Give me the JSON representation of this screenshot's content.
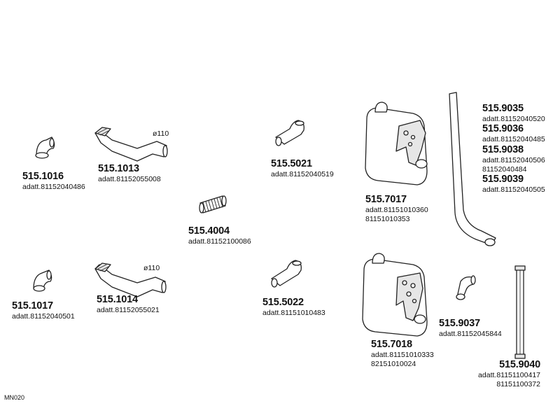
{
  "diagram_code": "MN020",
  "parts": {
    "p1016": {
      "number": "515.1016",
      "refs": [
        "adatt.81152040486"
      ]
    },
    "p1013": {
      "number": "515.1013",
      "refs": [
        "adatt.81152055008"
      ],
      "diameter": "ø110"
    },
    "p5021": {
      "number": "515.5021",
      "refs": [
        "adatt.81152040519"
      ]
    },
    "p4004": {
      "number": "515.4004",
      "refs": [
        "adatt.81152100086"
      ]
    },
    "p7017": {
      "number": "515.7017",
      "refs": [
        "adatt.81151010360",
        "81151010353"
      ]
    },
    "p9035": {
      "number": "515.9035",
      "refs": [
        "adatt.81152040520"
      ]
    },
    "p9036": {
      "number": "515.9036",
      "refs": [
        "adatt.81152040485"
      ]
    },
    "p9038": {
      "number": "515.9038",
      "refs": [
        "adatt.81152040506",
        "81152040484"
      ]
    },
    "p9039": {
      "number": "515.9039",
      "refs": [
        "adatt.81152040505"
      ]
    },
    "p1017": {
      "number": "515.1017",
      "refs": [
        "adatt.81152040501"
      ]
    },
    "p1014": {
      "number": "515.1014",
      "refs": [
        "adatt.81152055021"
      ],
      "diameter": "ø110"
    },
    "p5022": {
      "number": "515.5022",
      "refs": [
        "adatt.81151010483"
      ]
    },
    "p7018": {
      "number": "515.7018",
      "refs": [
        "adatt.81151010333",
        "82151010024"
      ]
    },
    "p9037": {
      "number": "515.9037",
      "refs": [
        "adatt.81152045844"
      ]
    },
    "p9040": {
      "number": "515.9040",
      "refs": [
        "adatt.81151100417",
        "81151100372"
      ]
    }
  },
  "colors": {
    "line": "#222222",
    "fill": "#ffffff",
    "shade": "#e6e6e6"
  }
}
